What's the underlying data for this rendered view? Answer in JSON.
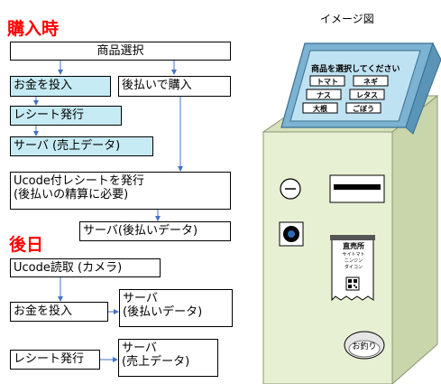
{
  "purchase": {
    "heading": "購入時",
    "product_select": "商品選択",
    "pay_cash": "お金を投入",
    "pay_later": "後払いで購入",
    "receipt": "レシート発行",
    "server_sales": "サーバ (売上データ)",
    "ucode_receipt_line1": "Ucode付レシートを発行",
    "ucode_receipt_line2": "(後払いの精算に必要)",
    "server_deferred": "サーバ(後払いデータ)"
  },
  "later": {
    "heading": "後日",
    "ucode_read": "Ucode読取 (カメラ)",
    "pay_cash": "お金を投入",
    "server_deferred_line1": "サーバ",
    "server_deferred_line2": "(後払いデータ)",
    "receipt": "レシート発行",
    "server_sales_line1": "サーバ",
    "server_sales_line2": "(売上データ)"
  },
  "machine": {
    "caption": "イメージ図",
    "screen_title": "商品を選択してください",
    "items": [
      "トマト",
      "ネギ",
      "ナス",
      "レタス",
      "大根",
      "ごぼう"
    ],
    "receipt_title": "直売所",
    "receipt_lines": [
      "サイトマト",
      "ニンジン",
      "ダイコン"
    ],
    "change_button": "お釣り"
  },
  "colors": {
    "section_heading": "#ff0000",
    "highlight_box": "#c6ebf4",
    "arrow": "#4472c4",
    "machine_body": "#e8f0d4",
    "machine_top": "#7cb3d3"
  }
}
